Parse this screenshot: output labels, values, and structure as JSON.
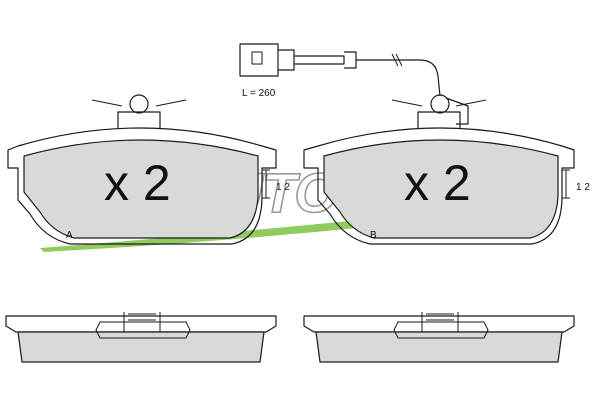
{
  "pads": [
    {
      "quantity_label": "x 2",
      "thickness_label": "1 2",
      "side_letter": "A"
    },
    {
      "quantity_label": "x 2",
      "thickness_label": "1 2",
      "side_letter": "B"
    }
  ],
  "sensor": {
    "length_label": "L = 260"
  },
  "watermark": {
    "text": "SIGMAUTO",
    "swoosh_color": "#7ec242"
  }
}
